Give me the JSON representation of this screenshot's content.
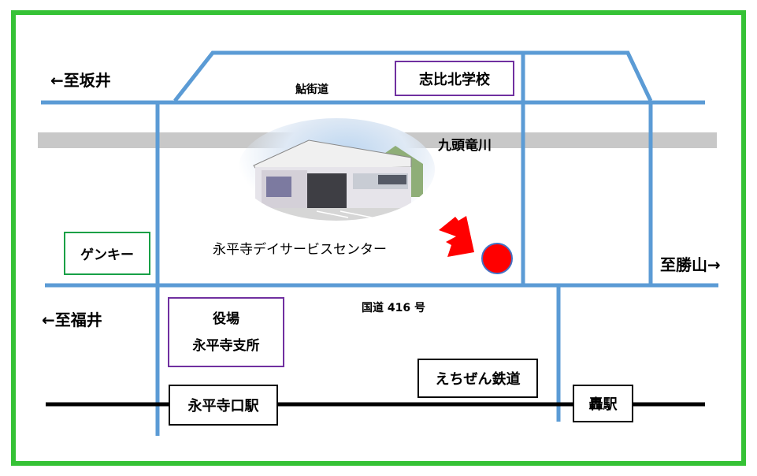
{
  "labels": {
    "to_sakai": "←至坂井",
    "to_fukui": "←至福井",
    "to_katsuyama": "至勝山→",
    "ayu_kaido": "鮎街道",
    "kuzuryu_river": "九頭竜川",
    "route416": "国道 416 号",
    "center_name": "永平寺デイサービスセンター"
  },
  "boxes": {
    "shihi_school": "志比北学校",
    "genki": "ゲンキー",
    "yakuba_line1": "役場",
    "yakuba_line2": "永平寺支所",
    "echizen_railway": "えちぜん鉄道",
    "eiheijiguchi_station": "永平寺口駅",
    "todoroki_station": "轟駅"
  },
  "colors": {
    "frame": "#35c235",
    "road": "#5b9bd5",
    "river": "#c8c8c8",
    "rail": "#000000",
    "marker": "#ff0000",
    "marker_outline": "#4472c4",
    "arrow": "#ff0000",
    "purple_box": "#7030a0",
    "green_box": "#17a046"
  },
  "icons": {
    "marker": "destination-marker-icon",
    "arrow": "pointer-arrow-icon"
  }
}
